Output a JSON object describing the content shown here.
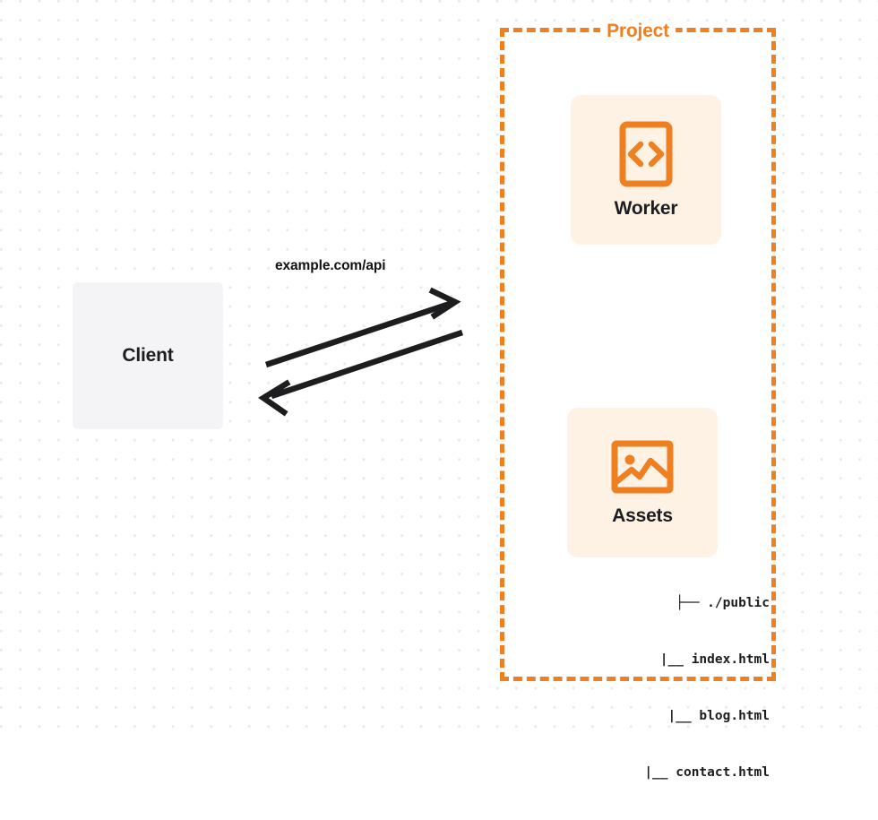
{
  "diagram": {
    "type": "architecture-flow",
    "colors": {
      "accent_orange": "#ef8022",
      "card_background": "#fdf2e4",
      "client_background": "#f4f4f7",
      "text_dark": "#1d1d1f",
      "arrow": "#1d1d1f",
      "grid_dot": "#e9e9ec"
    },
    "client": {
      "label": "Client"
    },
    "connector": {
      "label": "example.com/api",
      "request_direction": "client-to-project",
      "response_direction": "project-to-client"
    },
    "project": {
      "title": "Project",
      "nodes": [
        {
          "id": "worker",
          "label": "Worker",
          "icon": "code-brackets-icon"
        },
        {
          "id": "assets",
          "label": "Assets",
          "icon": "image-icon"
        }
      ],
      "file_tree": [
        {
          "prefix": "├── ",
          "name": "./public"
        },
        {
          "prefix": "|__ ",
          "name": "index.html"
        },
        {
          "prefix": "|__ ",
          "name": "blog.html"
        },
        {
          "prefix": "|__ ",
          "name": "contact.html"
        }
      ]
    }
  }
}
